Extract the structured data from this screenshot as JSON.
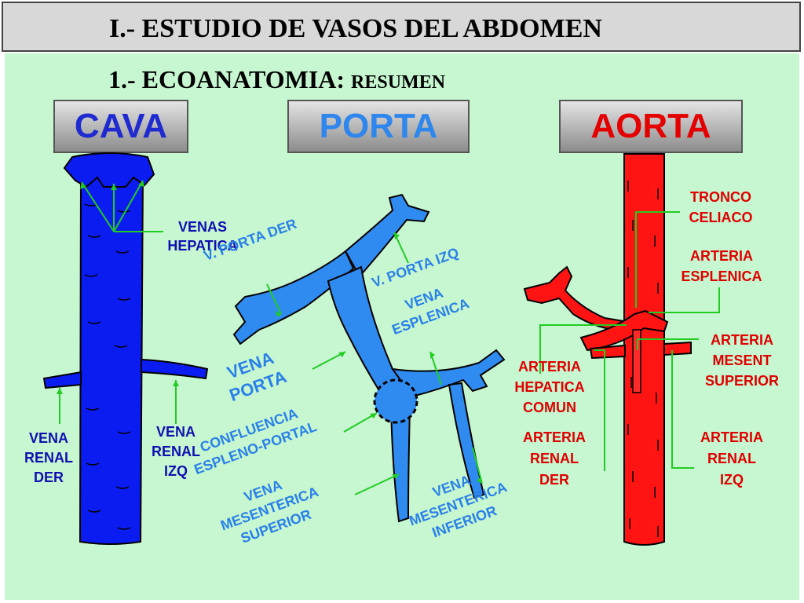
{
  "title": "I.- ESTUDIO DE VASOS DEL ABDOMEN",
  "subtitle": {
    "main": "1.- ECOANATOMIA: ",
    "small": "RESUMEN"
  },
  "headers": {
    "cava": "CAVA",
    "porta": "PORTA",
    "aorta": "AORTA"
  },
  "colors": {
    "cava": "#0a1cf0",
    "porta": "#2f8bf0",
    "aorta": "#ff1414",
    "cava_label": "#1010b0",
    "porta_label": "#2a80e8",
    "aorta_label": "#e00000",
    "leader": "#22cc22",
    "background": "#c6f7d1"
  },
  "cava_labels": {
    "venas_hepatica": [
      "VENAS",
      "HEPATICA"
    ],
    "vena_renal_der": [
      "VENA",
      "RENAL",
      "DER"
    ],
    "vena_renal_izq": [
      "VENA",
      "RENAL",
      "IZQ"
    ]
  },
  "porta_labels": {
    "v_porta_der": "V. PORTA DER",
    "v_porta_izq": "V. PORTA IZQ",
    "vena_esplenica": [
      "VENA",
      "ESPLENICA"
    ],
    "vena_porta": [
      "VENA",
      "PORTA"
    ],
    "confluencia": [
      "CONFLUENCIA",
      "ESPLENO-PORTAL"
    ],
    "vena_mesenterica_superior": [
      "VENA",
      "MESENTERICA",
      "SUPERIOR"
    ],
    "vena_mesenterica_inferior": [
      "VENA",
      "MESENTERICA",
      "INFERIOR"
    ]
  },
  "aorta_labels": {
    "tronco_celiaco": [
      "TRONCO",
      "CELIACO"
    ],
    "arteria_esplenica": [
      "ARTERIA",
      "ESPLENICA"
    ],
    "arteria_mesent_superior": [
      "ARTERIA",
      "MESENT",
      "SUPERIOR"
    ],
    "arteria_hepatica_comun": [
      "ARTERIA",
      "HEPATICA",
      "COMUN"
    ],
    "arteria_renal_der": [
      "ARTERIA",
      "RENAL",
      "DER"
    ],
    "arteria_renal_izq": [
      "ARTERIA",
      "RENAL",
      "IZQ"
    ]
  }
}
